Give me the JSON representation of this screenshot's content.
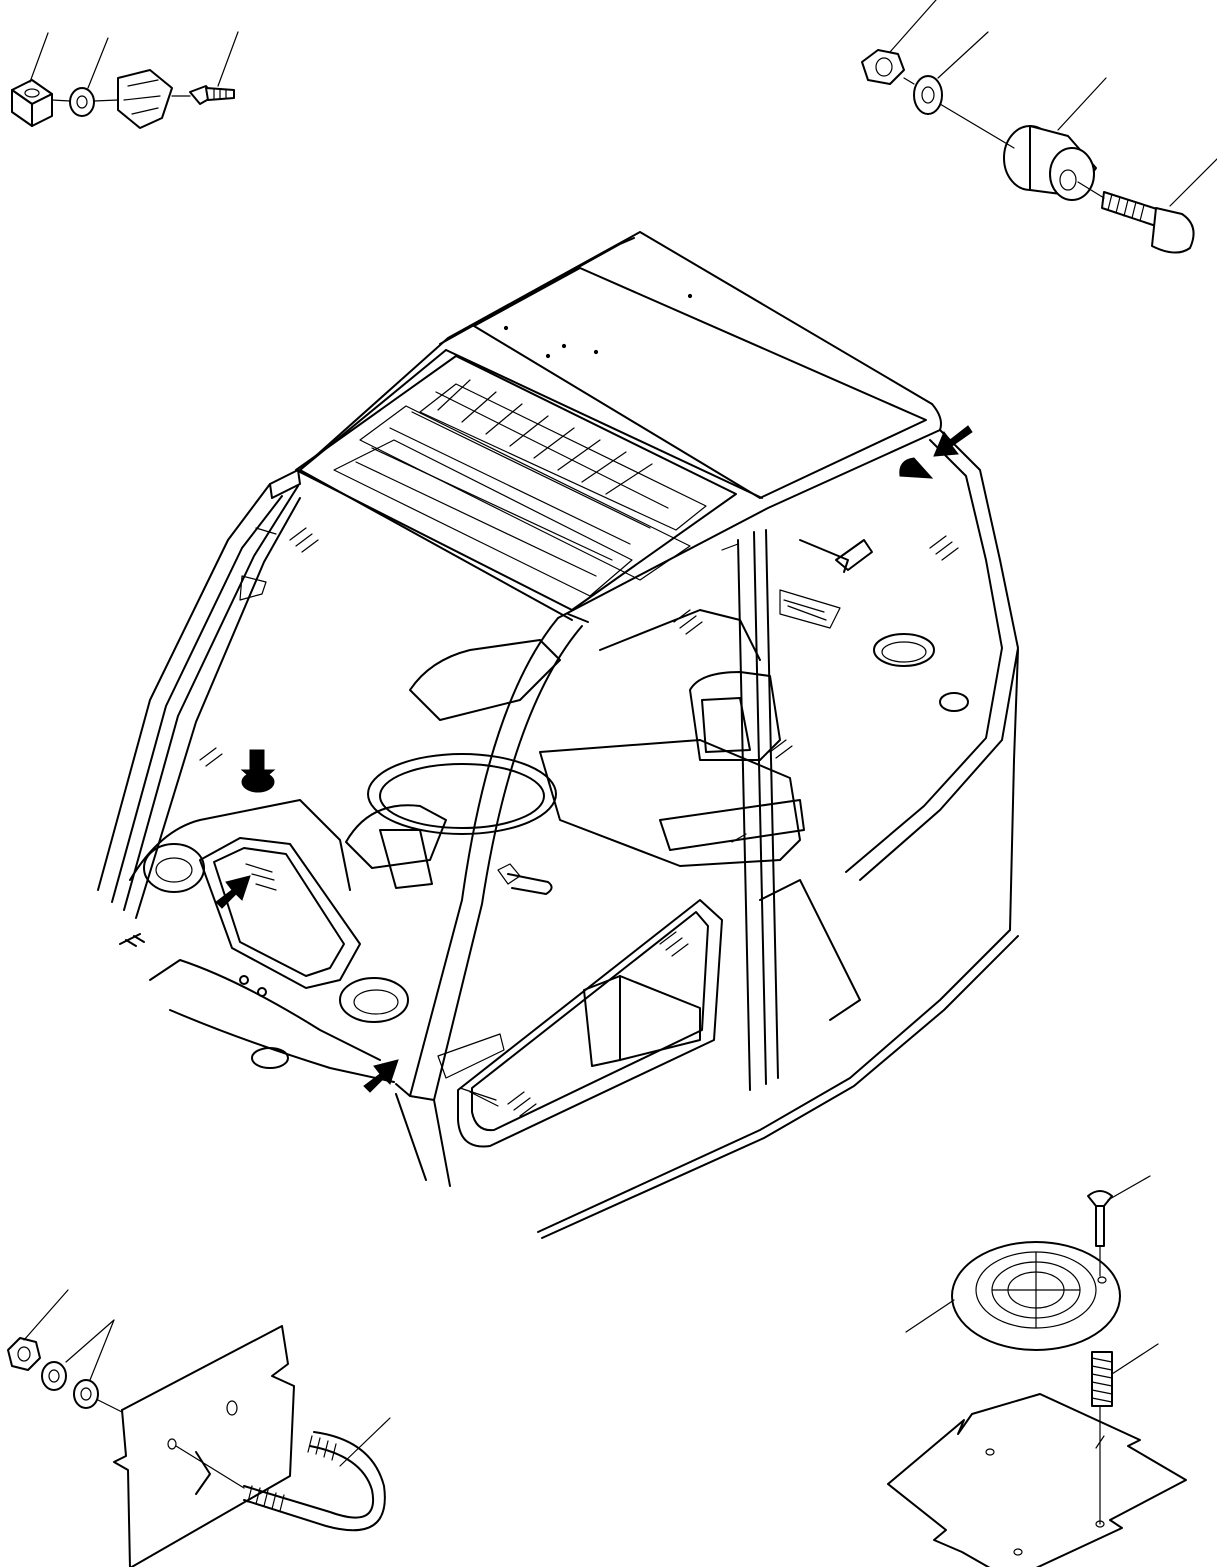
{
  "diagram": {
    "type": "exploded-parts-diagram",
    "subject": "operator cab",
    "callout_count": 18,
    "arrow_markers": 4,
    "colors": {
      "line": "#000000",
      "background": "#ffffff"
    }
  }
}
